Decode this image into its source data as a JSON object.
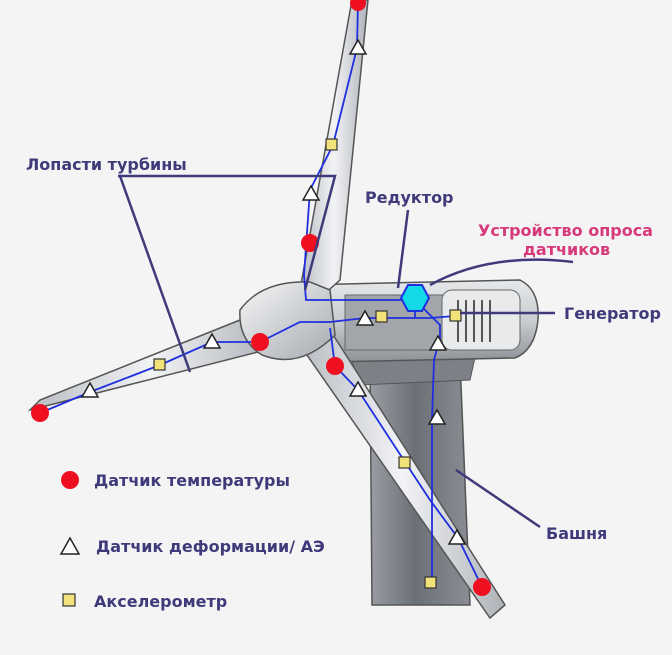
{
  "labels": {
    "blades": "Лопасти турбины",
    "gearbox": "Редуктор",
    "daq_line1": "Устройство опроса",
    "daq_line2": "датчиков",
    "generator": "Генератор",
    "tower": "Башня"
  },
  "legend": {
    "temperature": "Датчик температуры",
    "strain": "Датчик деформации/ АЭ",
    "accelerometer": "Акселерометр"
  },
  "colors": {
    "label": "#3f3a7a",
    "daq_label": "#d63a7a",
    "wire": "#1f2fe0",
    "temp_sensor": "#ee1020",
    "accelerometer": "#f2e27a",
    "daq_unit": "#12d8e8"
  }
}
